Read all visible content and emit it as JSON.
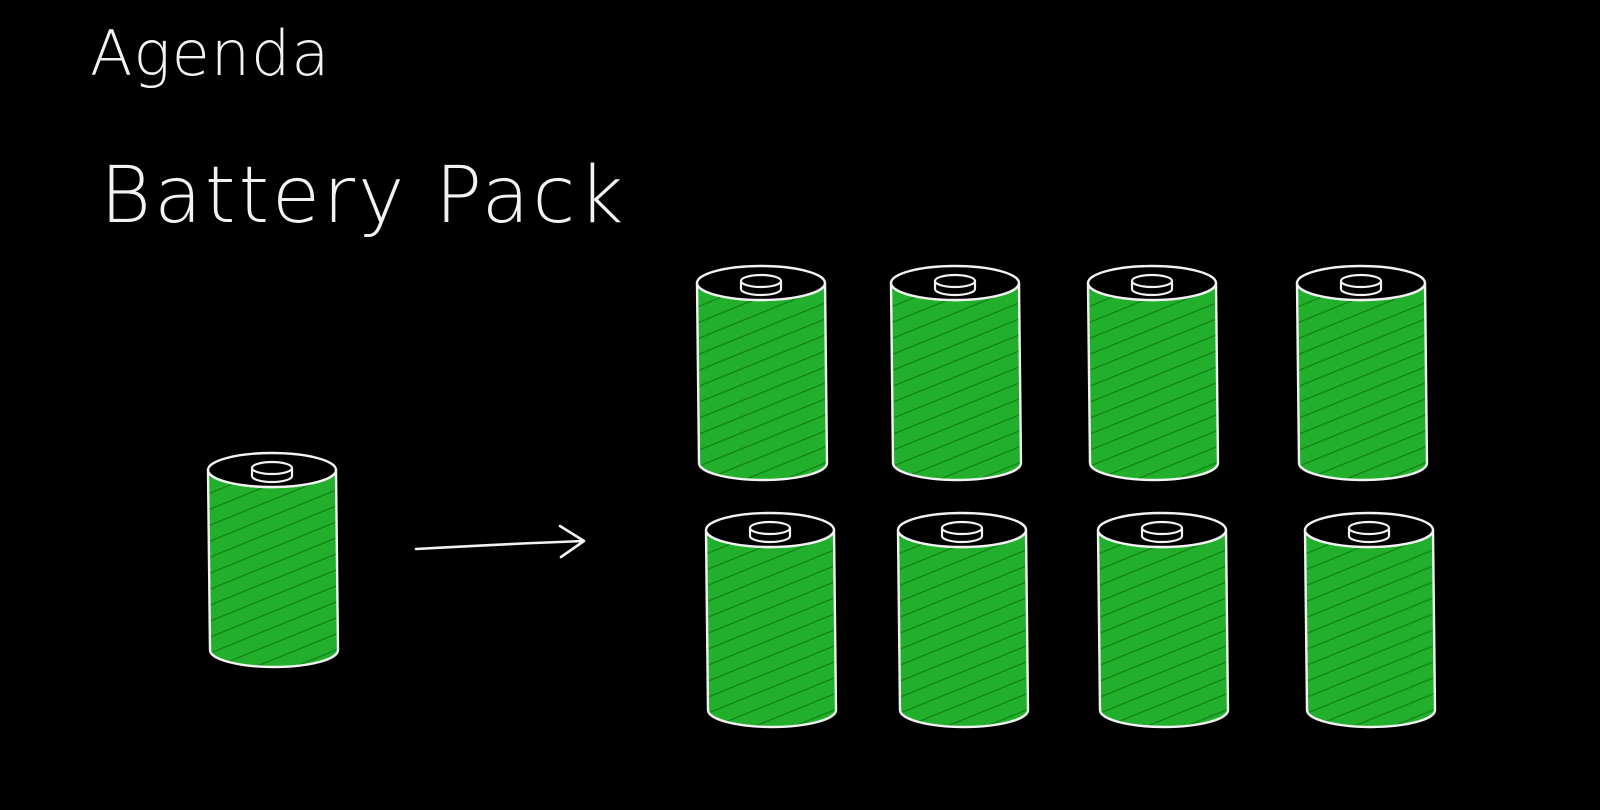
{
  "slide": {
    "heading": "Agenda",
    "topic": "Battery Pack"
  },
  "diagram": {
    "single_cell_count": 1,
    "pack": {
      "rows": 2,
      "columns": 4,
      "cell_count": 8
    },
    "connector": "arrow-right-icon"
  },
  "colors": {
    "background": "#000000",
    "chalk": "#f2f2f2",
    "cell_fill": "#22b02c",
    "cell_fill_dark": "#14851b"
  }
}
